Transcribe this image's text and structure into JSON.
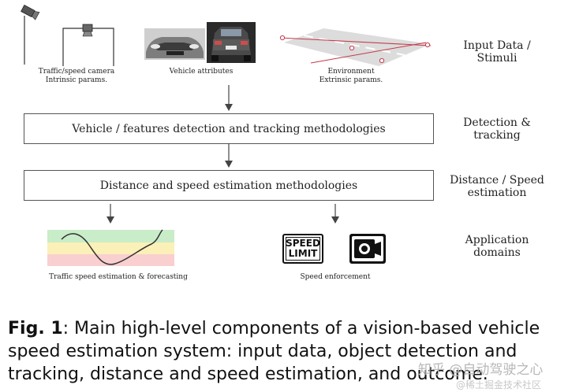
{
  "inputs": {
    "camera_caption_line1": "Traffic/speed camera",
    "camera_caption_line2": "Intrinsic params.",
    "vehicle_caption": "Vehicle attributes",
    "environment_caption_line1": "Environment",
    "environment_caption_line2": "Extrinsic params."
  },
  "stages": {
    "detection_box": "Vehicle / features detection and tracking methodologies",
    "distance_box": "Distance and speed estimation methodologies"
  },
  "side_labels": {
    "input_line1": "Input Data /",
    "input_line2": "Stimuli",
    "detection_line1": "Detection &",
    "detection_line2": "tracking",
    "distance_line1": "Distance / Speed",
    "distance_line2": "estimation",
    "application_line1": "Application",
    "application_line2": "domains"
  },
  "outputs": {
    "traffic_caption": "Traffic speed estimation & forecasting",
    "enforcement_caption": "Speed enforcement",
    "sign_line1": "SPEED",
    "sign_line2": "LIMIT"
  },
  "caption": {
    "fig_label": "Fig. 1",
    "text": ": Main high-level components of a vision-based vehicle speed estimation system: input data, object detection and tracking, distance and speed estimation, and outcome."
  },
  "watermark": {
    "line1": "知乎 @自动驾驶之心",
    "line2": "@稀土掘金技术社区"
  },
  "colors": {
    "green_band": "#c9ecc9",
    "yellow_band": "#fbf0b8",
    "red_band": "#f9cfcf",
    "road": "#dcdcdc",
    "road_line": "#c43a4a"
  }
}
